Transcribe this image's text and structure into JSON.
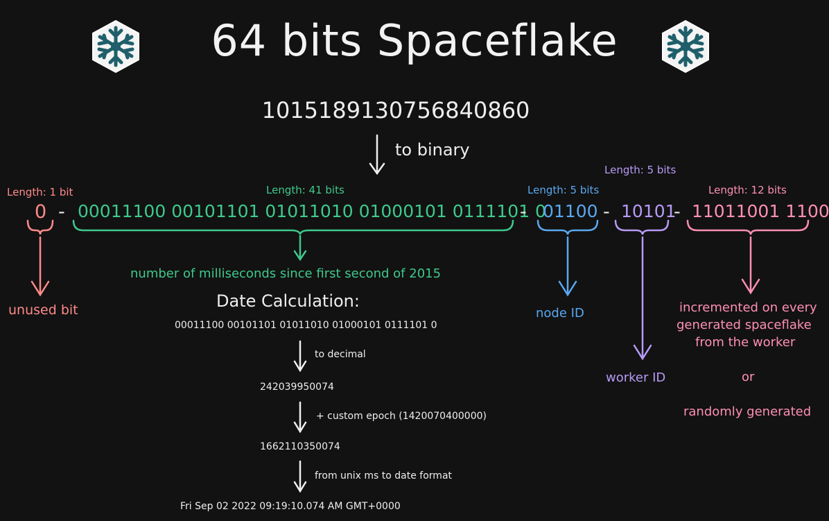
{
  "title": "64 bits Spaceflake",
  "snowflake_icon": "snowflake-icon",
  "spaceflake_value": "1015189130756840860",
  "to_binary_label": "to binary",
  "segments": {
    "unused": {
      "length_label": "Length: 1 bit",
      "bits": "0",
      "description": "unused bit",
      "color": "#ff8a8a"
    },
    "timestamp": {
      "length_label": "Length: 41 bits",
      "bits": "00011100 00101101 01011010 01000101 0111101 0",
      "description": "number of milliseconds since first second of 2015",
      "color": "#3fc98c"
    },
    "node": {
      "length_label": "Length: 5 bits",
      "bits": "01100",
      "description": "node ID",
      "color": "#5aa8f0"
    },
    "worker": {
      "length_label": "Length: 5 bits",
      "bits": "10101",
      "description": "worker ID",
      "color": "#b79af5"
    },
    "sequence": {
      "length_label": "Length: 12 bits",
      "bits": "11011001 1100",
      "description_lines": [
        "incremented on every",
        "generated spaceflake",
        "from the worker"
      ],
      "or_label": "or",
      "alt_description": "randomly generated",
      "color": "#ff8fb5"
    }
  },
  "dash": "-",
  "date_calc": {
    "title": "Date Calculation:",
    "binary": "00011100 00101101 01011010 01000101 0111101 0",
    "step1": "to decimal",
    "decimal": "242039950074",
    "step2": "+ custom epoch (1420070400000)",
    "unix_ms": "1662110350074",
    "step3": "from unix ms to date format",
    "date": "Fri Sep 02 2022 09:19:10.074 AM GMT+0000"
  }
}
